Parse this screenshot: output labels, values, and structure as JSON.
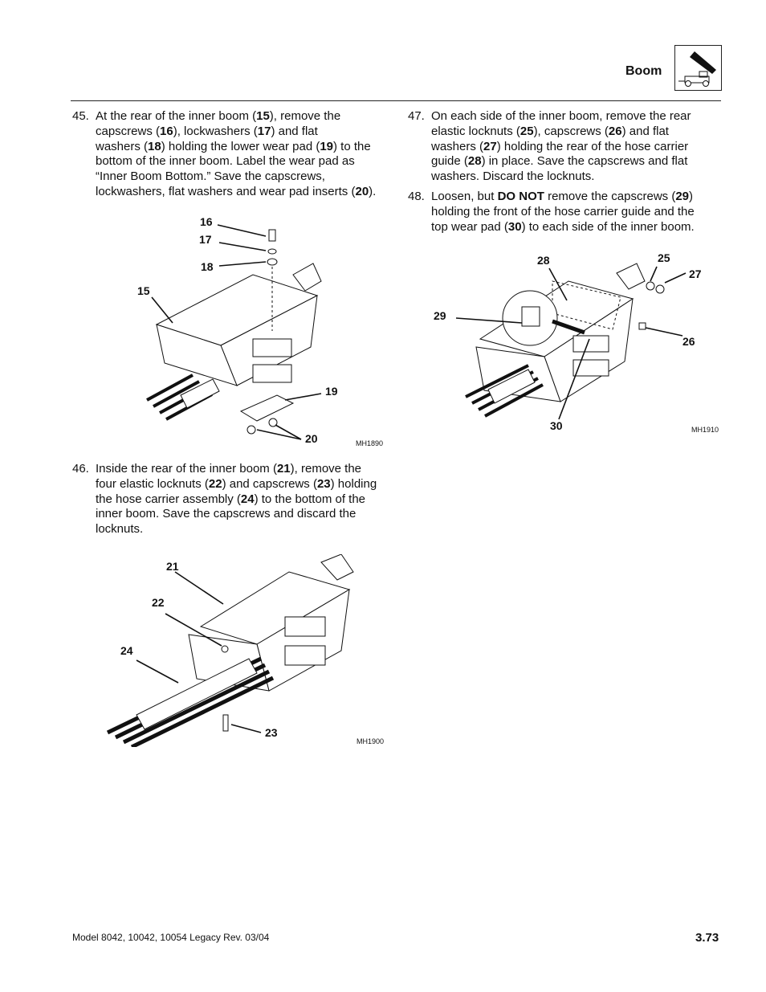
{
  "header": {
    "section": "Boom",
    "icon": "boom-crane-icon"
  },
  "steps": [
    {
      "number": "45.",
      "lines": [
        [
          "At the rear of the inner boom (",
          {
            "b": "15"
          },
          "), remove the"
        ],
        [
          "capscrews (",
          {
            "b": "16"
          },
          "), lockwashers (",
          {
            "b": "17"
          },
          ") and flat"
        ],
        [
          "washers (",
          {
            "b": "18"
          },
          ") holding the lower wear pad (",
          {
            "b": "19"
          },
          ") to the"
        ],
        [
          "bottom of the inner boom. Label the wear pad as"
        ],
        [
          "“Inner Boom Bottom.” Save the capscrews,"
        ],
        [
          "lockwashers, flat washers and wear pad inserts (",
          {
            "b": "20"
          },
          ")."
        ]
      ]
    },
    {
      "number": "46.",
      "lines": [
        [
          "Inside the rear of the inner boom (",
          {
            "b": "21"
          },
          "), remove the"
        ],
        [
          "four elastic locknuts (",
          {
            "b": "22"
          },
          ") and capscrews (",
          {
            "b": "23"
          },
          ") holding"
        ],
        [
          "the hose carrier assembly (",
          {
            "b": "24"
          },
          ") to the bottom of the"
        ],
        [
          "inner boom. Save the capscrews and discard the"
        ],
        [
          "locknuts."
        ]
      ]
    },
    {
      "number": "47.",
      "lines": [
        [
          "On each side of the inner boom, remove the rear"
        ],
        [
          "elastic locknuts (",
          {
            "b": "25"
          },
          "), capscrews (",
          {
            "b": "26"
          },
          ") and flat"
        ],
        [
          "washers (",
          {
            "b": "27"
          },
          ") holding the rear of the hose carrier"
        ],
        [
          "guide (",
          {
            "b": "28"
          },
          ") in place. Save the capscrews and flat"
        ],
        [
          "washers. Discard the locknuts."
        ]
      ]
    },
    {
      "number": "48.",
      "lines": [
        [
          "Loosen, but ",
          {
            "b": "DO NOT"
          },
          " remove the capscrews (",
          {
            "b": "29"
          },
          ")"
        ],
        [
          "holding the front of the hose carrier guide and the"
        ],
        [
          "top wear pad (",
          {
            "b": "30"
          },
          ") to each side of the inner boom."
        ]
      ]
    }
  ],
  "figures": {
    "fig1": {
      "code": "MH1890",
      "callouts": [
        "16",
        "17",
        "18",
        "15",
        "19",
        "20"
      ]
    },
    "fig2": {
      "code": "MH1900",
      "callouts": [
        "21",
        "22",
        "24",
        "23"
      ]
    },
    "fig3": {
      "code": "MH1910",
      "callouts": [
        "28",
        "25",
        "27",
        "29",
        "26",
        "30"
      ]
    }
  },
  "footer": {
    "model": "Model  8042, 10042, 10054 Legacy    Rev.  03/04",
    "page": "3.73"
  }
}
